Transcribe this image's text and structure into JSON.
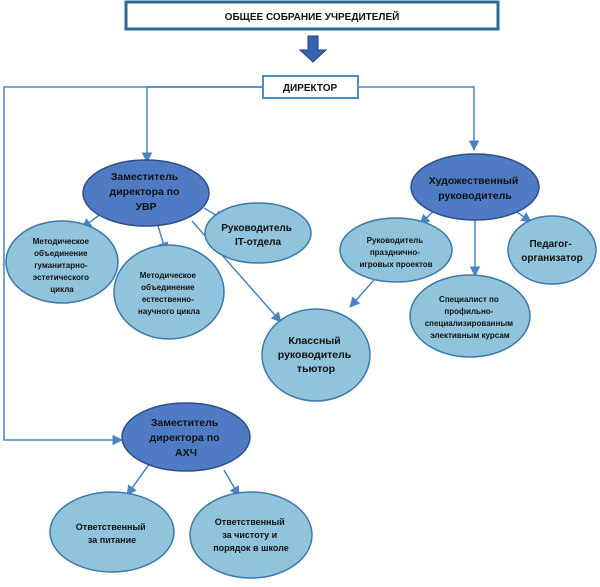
{
  "colors": {
    "dark_node": "#4f7ac4",
    "dark_stroke": "#2e4f8a",
    "light_node": "#8fc4dc",
    "light_stroke": "#3f78a8",
    "connector": "#4a83c4",
    "header_border": "#2c6a96",
    "big_arrow": "#3563b0"
  },
  "nodes": {
    "assembly": {
      "label": "ОБЩЕЕ СОБРАНИЕ УЧРЕДИТЕЛЕЙ"
    },
    "director": {
      "label": "ДИРЕКТОР"
    },
    "deputy_uvr": {
      "lines": [
        "Заместитель",
        "директора  по",
        "УВР"
      ]
    },
    "art_head": {
      "lines": [
        "Художественный",
        "руководитель"
      ]
    },
    "method_hum": {
      "lines": [
        "Методическое",
        "объединение",
        "гуманитарно-",
        "эстетического",
        "цикла"
      ]
    },
    "method_sci": {
      "lines": [
        "Методическое",
        "объединение",
        "естественно-",
        "научного цикла"
      ]
    },
    "it_head": {
      "lines": [
        "Руководитель",
        "IT-отдела"
      ]
    },
    "class_tutor": {
      "lines": [
        "Классный",
        "руководитель",
        "тьютор"
      ]
    },
    "festive_head": {
      "lines": [
        "Руководитель",
        "празднично-",
        "игровых проектов"
      ]
    },
    "ped_org": {
      "lines": [
        "Педагог-",
        "организатор"
      ]
    },
    "specialist": {
      "lines": [
        "Специалист по",
        "профильно-",
        "специализированным",
        "элективным курсам"
      ]
    },
    "deputy_ahch": {
      "lines": [
        "Заместитель",
        "директора по",
        "АХЧ"
      ]
    },
    "food": {
      "lines": [
        "Ответственный",
        "за питание"
      ]
    },
    "clean": {
      "lines": [
        "Ответственный",
        "за чистоту и",
        "порядок в школе"
      ]
    }
  }
}
